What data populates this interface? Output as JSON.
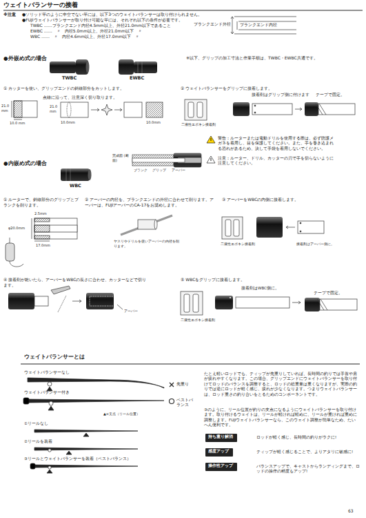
{
  "diagram": {
    "title": "ウェイトバランサーの接着",
    "nodes": [
      {
        "text": [
          "持ち重り解消"
        ]
      },
      {
        "text": [
          "感度アップ"
        ]
      },
      {
        "text": [
          "操作性アップ"
        ]
      }
    ],
    "labels": [
      "※注意",
      "●ソリッド竿のように中空でない竿には、以下3つのウェイトバランサーは取り付けられません。",
      "●FUJIウェイトバランサーが取り付け可能な竿には、それぞれ以下の条件が必要です。",
      "TWBC ……ブランクエンド内径4.5mm以上、外径21.0mm以下であること",
      "EWBC ……　〃　内径5.0mm以上、外径21.0mm以下　〃",
      "WBC ……　〃　内径4.6mm以上、外径17.0mm以下　〃",
      "ブランクエンド外径",
      "ブランクエンド内径",
      "●外嵌め式の場合",
      "TWBC",
      "EWBC",
      "※以下、グリップの加工寸法と作業手順は、TWBC・EWBC共通です。",
      "① カッターを使い、グリップエンドの斜線部分をカットします。",
      "21.0 mm",
      "10.0 mm",
      "点線に沿って、注意深く切り取ります。",
      "21.0 mm",
      "10.0mm",
      "10.0mm",
      "② ウェイトバランサーをグリップに接着します。",
      "接着剤はグリップ側に付けます",
      "テープで固定。",
      "二液性エポキシ接着剤",
      "警告：ルーターまたは電動ドリルを使用する際は、必ず防護メガネを着用し、目を保護してください。また、手を巻き込まれる恐れがあるため、決して手袋を着用しないでください。",
      "注意：ルーター、ドリル、カッターの刃で手を切らないように注意してください。",
      "●内嵌め式の場合",
      "WBC",
      "完成図 (断面)",
      "ブランク",
      "グリップ",
      "アーバー",
      "① ルーターで、斜線部分のグリップとブランクを削ります。",
      "2.5mm",
      "φ20.0mm",
      "17.0mm",
      "② アーバーの内径を、ブランクエンドの外径に合わせて削ります。アーバーは、FUJIアーバーのCA-17をお奨めします。",
      "ヤスリやドリルを使いアーバーの内径を削ります。",
      "③ アーバーをWBCの内側に接着します。",
      "二液性エポキシ接着剤",
      "接着剤はアーバー側に。",
      "④ 接着剤が乾いたら、アーバーをWBCの長さに合わせ、カッターなどで切ります。",
      "アーバー",
      "⑤ WBCをグリップに接着します。",
      "接着剤はWBC側に。",
      "テープで固定。",
      "二液性エポキシ接着剤",
      "ウェイトバランサーとは",
      "ウェイトバランサーなし",
      "ウェイトバランサー付き",
      "先重り",
      "ベストバランス",
      "▲=支点（リール位置）",
      "①リールなし",
      "②リールを装着",
      "③リールとウェイトバランサーを装着（ベストバランス）",
      "たとえ軽いロッドでも、ティップが先重りしていれば、長時間の釣りでは手首や肩が疲れやすくなります。この場合、グリップエンドにウェイトバランサーを取り付けてロッドのバランスを調整すると、ロッドの総重量は重くなりますが、実際の釣りでは逆にロッドが軽く感じ、疲れが少なくなります。つまりウェイトバランサーは、ロッド重さの釣り合いをとるためのコンポーネントです。",
      "③のように、リール位置が釣りの支点になるようにウェイトバランサーを取り付けます。取り付けるウェイトは、リールが軽ければ軽めに、リールが重ければ重めに調整します。FUJIウェイトバランサーなら、このウェイト調整が簡単なため、たいへん便利です。",
      "ロッドが軽く感じ、長時間の釣りがラクに!",
      "ティップが軽く感じることで、よりアタリに敏感に!",
      "バランスアップで、キャストからランディングまで、ロッドの操作の精度もアップ!",
      "63"
    ]
  }
}
